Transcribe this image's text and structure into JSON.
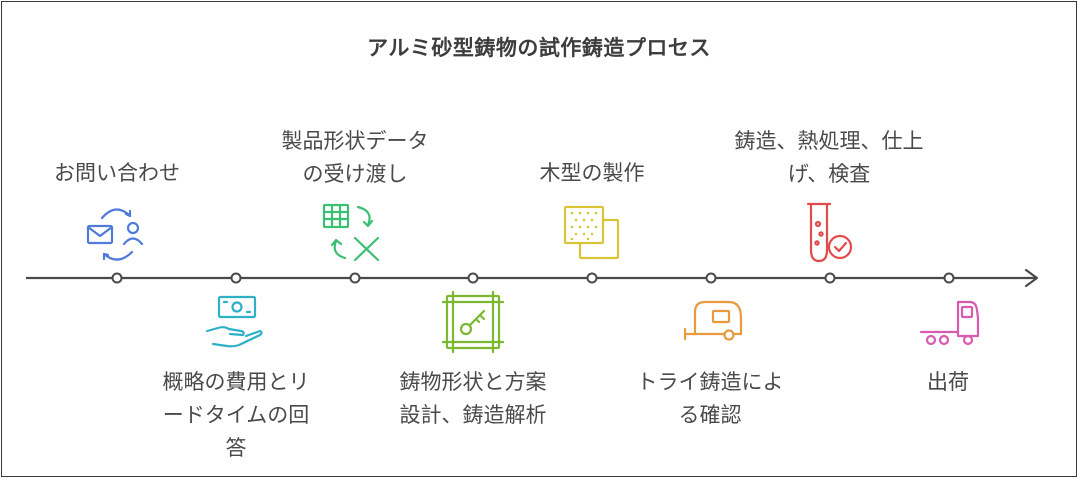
{
  "title": "アルミ砂型鋳物の試作鋳造プロセス",
  "steps": [
    {
      "label": "お問い合わせ",
      "icon": "mail-person-exchange-icon",
      "color": "#4f7bd9"
    },
    {
      "label": "概略の費用とリードタイムの回答",
      "icon": "money-hand-icon",
      "color": "#2fb0c6"
    },
    {
      "label": "製品形状データの受け渡し",
      "icon": "spreadsheet-transfer-icon",
      "color": "#3cbf73"
    },
    {
      "label": "鋳物形状と方案設計、鋳造解析",
      "icon": "blueprint-key-icon",
      "color": "#7cb82f"
    },
    {
      "label": "木型の製作",
      "icon": "wood-pattern-icon",
      "color": "#d9c436"
    },
    {
      "label": "トライ鋳造による確認",
      "icon": "trailer-icon",
      "color": "#e89a3c"
    },
    {
      "label": "鋳造、熱処理、仕上げ、検査",
      "icon": "test-tube-check-icon",
      "color": "#e24b4b"
    },
    {
      "label": "出荷",
      "icon": "truck-icon",
      "color": "#d95bb0"
    }
  ],
  "label_lines": [
    [
      "お問い合わせ"
    ],
    [
      "概略の費用とリ",
      "ードタイムの回",
      "答"
    ],
    [
      "製品形状データ",
      "の受け渡し"
    ],
    [
      "鋳物形状と方案",
      "設計、鋳造解析"
    ],
    [
      "木型の製作"
    ],
    [
      "トライ鋳造によ",
      "る確認"
    ],
    [
      "鋳造、熱処理、仕上",
      "げ、検査"
    ],
    [
      "出荷"
    ]
  ]
}
